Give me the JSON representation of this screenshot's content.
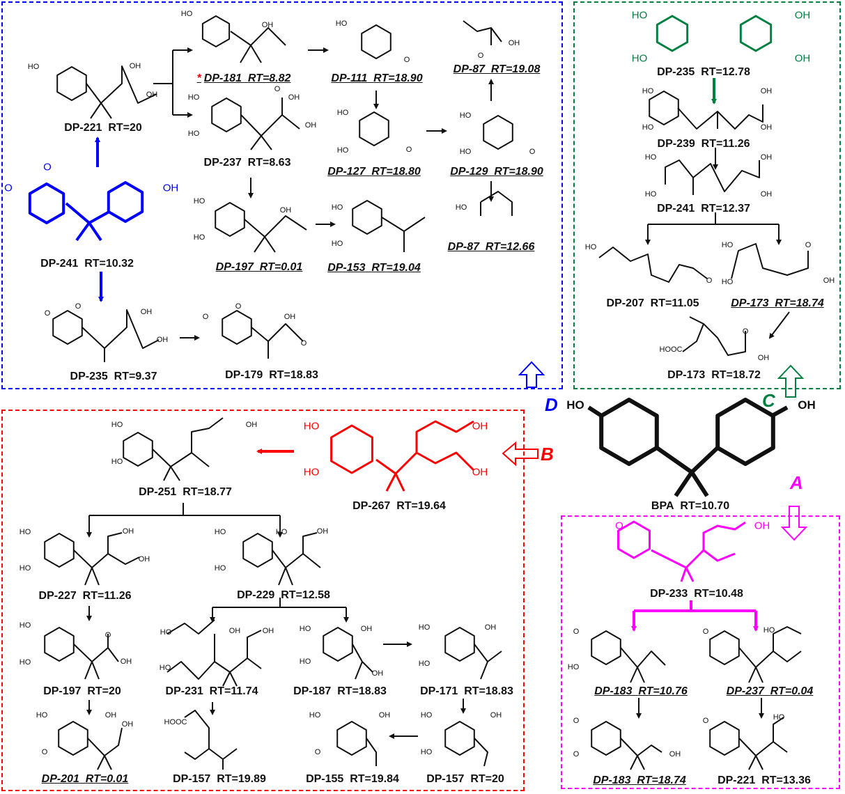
{
  "colors": {
    "pathway_A": "#ff00ff",
    "pathway_B": "#ff0000",
    "pathway_C": "#008040",
    "pathway_D": "#0000ff",
    "text": "#111111"
  },
  "pathways": {
    "A": "A",
    "B": "B",
    "C": "C",
    "D": "D"
  },
  "atoms": {
    "HO": "HO",
    "OH": "OH",
    "O": "O",
    "HOOC": "HOOC"
  },
  "parent": {
    "name": "BPA",
    "rt": "RT=10.70"
  },
  "compounds": [
    {
      "id": "DP-221",
      "rt": "RT=20",
      "pathway": "D"
    },
    {
      "id": "DP-241",
      "rt": "RT=10.32",
      "pathway": "D"
    },
    {
      "id": "DP-235",
      "rt": "RT=9.37",
      "pathway": "D"
    },
    {
      "id": "DP-179",
      "rt": "RT=18.83",
      "pathway": "D"
    },
    {
      "id": "DP-181",
      "rt": "RT=8.82",
      "pathway": "D",
      "marker": "*"
    },
    {
      "id": "DP-237",
      "rt": "RT=8.63",
      "pathway": "D"
    },
    {
      "id": "DP-197",
      "rt": "RT=0.01",
      "pathway": "D"
    },
    {
      "id": "DP-153",
      "rt": "RT=19.04",
      "pathway": "D"
    },
    {
      "id": "DP-111",
      "rt": "RT=18.90",
      "pathway": "D"
    },
    {
      "id": "DP-127",
      "rt": "RT=18.80",
      "pathway": "D"
    },
    {
      "id": "DP-129",
      "rt": "RT=18.90",
      "pathway": "D"
    },
    {
      "id": "DP-87",
      "rt": "RT=19.08",
      "pathway": "D"
    },
    {
      "id": "DP-87",
      "rt": "RT=12.66",
      "pathway": "D"
    },
    {
      "id": "DP-235",
      "rt": "RT=12.78",
      "pathway": "C"
    },
    {
      "id": "DP-239",
      "rt": "RT=11.26",
      "pathway": "C"
    },
    {
      "id": "DP-241",
      "rt": "RT=12.37",
      "pathway": "C"
    },
    {
      "id": "DP-207",
      "rt": "RT=11.05",
      "pathway": "C"
    },
    {
      "id": "DP-173",
      "rt": "RT=18.74",
      "pathway": "C"
    },
    {
      "id": "DP-173",
      "rt": "RT=18.72",
      "pathway": "C"
    },
    {
      "id": "DP-251",
      "rt": "RT=18.77",
      "pathway": "B"
    },
    {
      "id": "DP-267",
      "rt": "RT=19.64",
      "pathway": "B"
    },
    {
      "id": "DP-227",
      "rt": "RT=11.26",
      "pathway": "B"
    },
    {
      "id": "DP-229",
      "rt": "RT=12.58",
      "pathway": "B"
    },
    {
      "id": "DP-197",
      "rt": "RT=20",
      "pathway": "B"
    },
    {
      "id": "DP-231",
      "rt": "RT=11.74",
      "pathway": "B"
    },
    {
      "id": "DP-187",
      "rt": "RT=18.83",
      "pathway": "B"
    },
    {
      "id": "DP-171",
      "rt": "RT=18.83",
      "pathway": "B"
    },
    {
      "id": "DP-201",
      "rt": "RT=0.01",
      "pathway": "B"
    },
    {
      "id": "DP-157",
      "rt": "RT=19.89",
      "pathway": "B"
    },
    {
      "id": "DP-155",
      "rt": "RT=19.84",
      "pathway": "B"
    },
    {
      "id": "DP-157",
      "rt": "RT=20",
      "pathway": "B"
    },
    {
      "id": "DP-233",
      "rt": "RT=10.48",
      "pathway": "A"
    },
    {
      "id": "DP-183",
      "rt": "RT=10.76",
      "pathway": "A"
    },
    {
      "id": "DP-237",
      "rt": "RT=0.04",
      "pathway": "A"
    },
    {
      "id": "DP-183",
      "rt": "RT=18.74",
      "pathway": "A"
    },
    {
      "id": "DP-221",
      "rt": "RT=13.36",
      "pathway": "A"
    }
  ]
}
